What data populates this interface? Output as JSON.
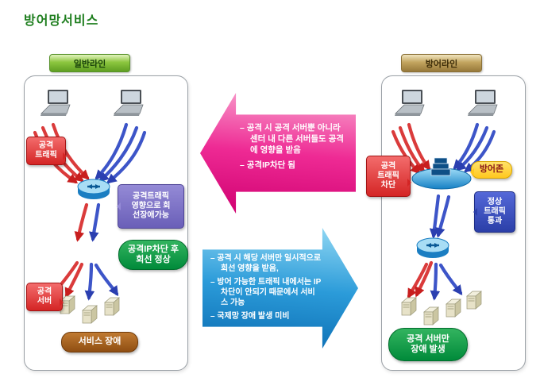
{
  "title": "방어망서비스",
  "general_line": {
    "header": "일반라인",
    "attack_traffic_label": "공격\n트래픽",
    "line_impact_label": "공격트래픽\n영향으로 회\n선장애가능",
    "after_block_label": "공격IP차단 후\n회선 정상",
    "attack_server_label": "공격\n서버",
    "result_label": "서비스 장애"
  },
  "defense_line": {
    "header": "방어라인",
    "attack_block_label": "공격\n트래픽\n차단",
    "defense_zone_label": "방어존",
    "normal_traffic_label": "정상\n트래픽\n통과",
    "result_label": "공격 서버만\n장애 발생"
  },
  "callout_arrows": {
    "general": {
      "items": [
        "–  공격 시 공격 서버뿐 아니라 센터 내 다른 서버들도 공격에 영향을 받음",
        "–  공격IP차단 됨"
      ]
    },
    "defense": {
      "items": [
        "– 공격 시 해당 서버만 일시적으로 회선 영향을 받음,",
        "– 방어 가능한 트래픽 내에서는 IP차단이 안되기 때문에서 서비스 가능",
        "– 국제망 장애 발생 미비"
      ]
    }
  },
  "icons": {
    "laptop": "laptop-icon",
    "router": "router-icon",
    "server": "server-icon",
    "defense_zone": "defense-zone-icon"
  },
  "colors": {
    "title_green": "#1e7e1e",
    "attack_red": "#d42525",
    "traffic_blue": "#3d55c8",
    "label_purple": "#6a5fb8",
    "label_green": "#008a3a",
    "label_brown": "#8f4e12",
    "label_yellow": "#ffc81e",
    "label_blue": "#2b3fa8",
    "callout_magenta": "#ee2a94",
    "callout_blue": "#2b9bd9"
  }
}
